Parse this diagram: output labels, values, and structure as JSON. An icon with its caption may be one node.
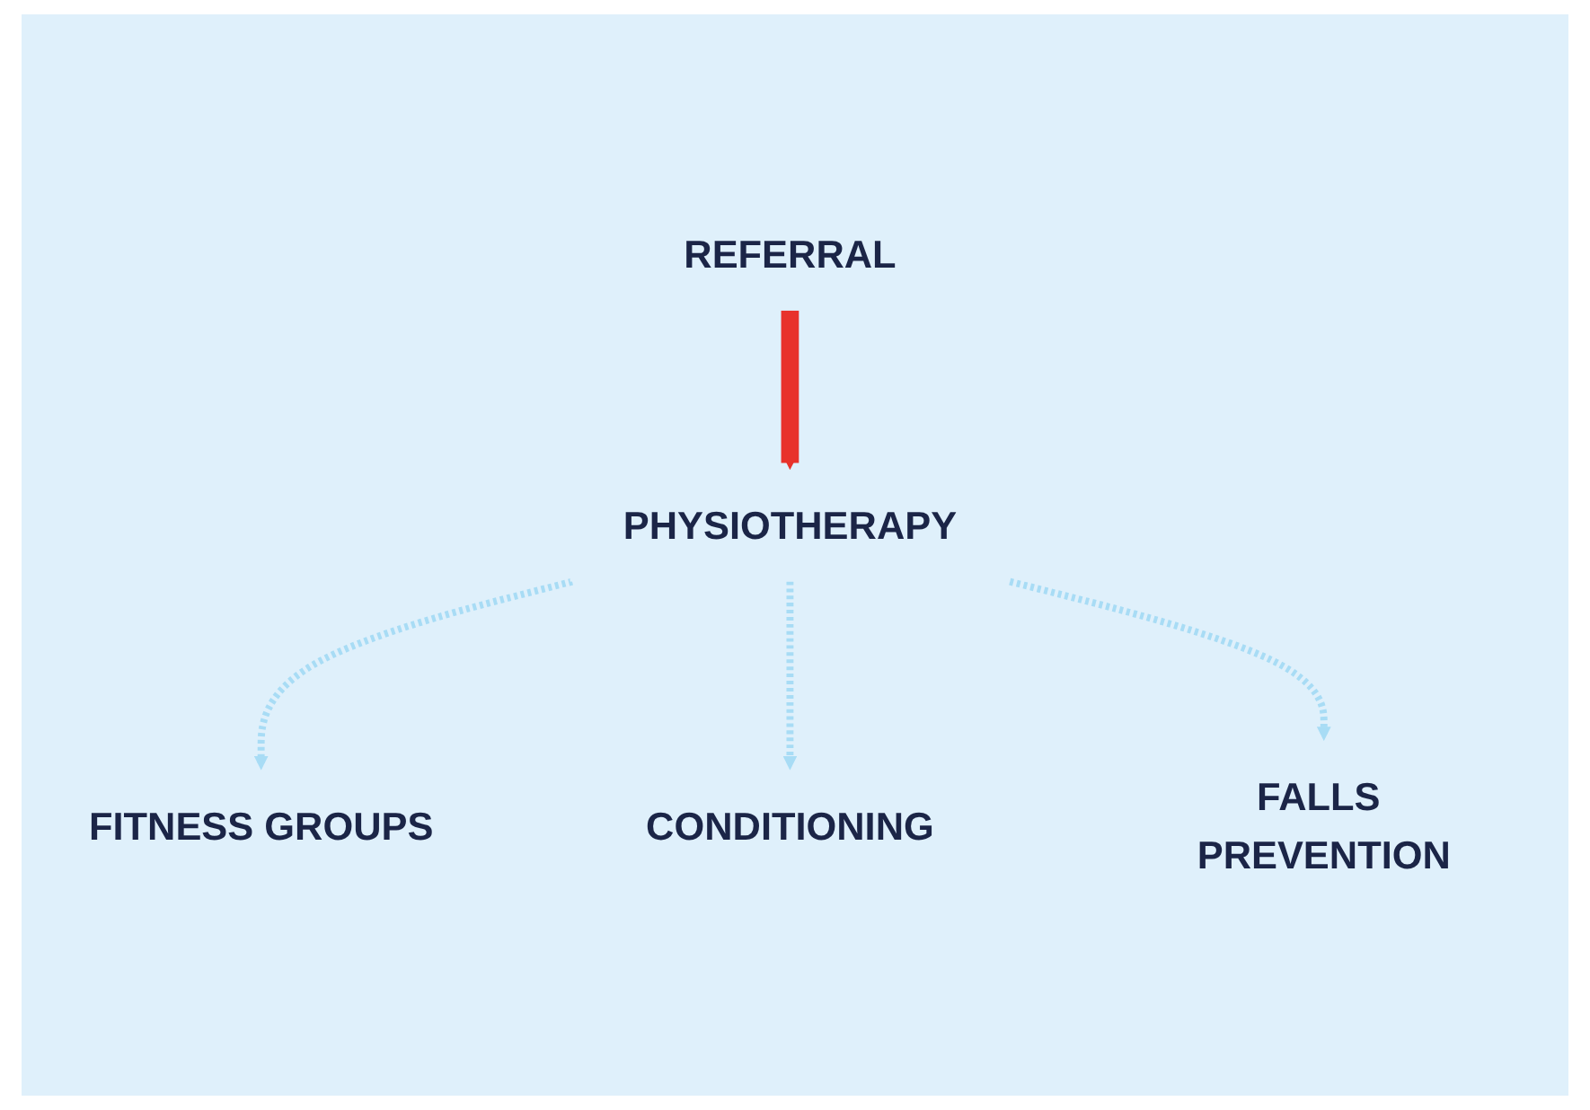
{
  "diagram": {
    "nodes": [
      {
        "text": [
          "REFERRAL"
        ]
      },
      {
        "text": [
          "PHYSIOTHERAPY"
        ]
      },
      {
        "text": [
          "FITNESS GROUPS"
        ]
      },
      {
        "text": [
          "CONDITIONING"
        ]
      },
      {
        "text": [
          "FALLS PREVENTION"
        ]
      }
    ],
    "edges": [
      {
        "from": 0,
        "to": 1,
        "arrow": "to",
        "style": "thick",
        "color": "#e8322b"
      },
      {
        "from": 1,
        "to": 2,
        "arrow": "to",
        "style": "dashed",
        "color": "#a8dcf5"
      },
      {
        "from": 1,
        "to": 3,
        "arrow": "to",
        "style": "dashed",
        "color": "#a8dcf5"
      },
      {
        "from": 1,
        "to": 4,
        "arrow": "to",
        "style": "dashed",
        "color": "#a8dcf5"
      }
    ]
  }
}
